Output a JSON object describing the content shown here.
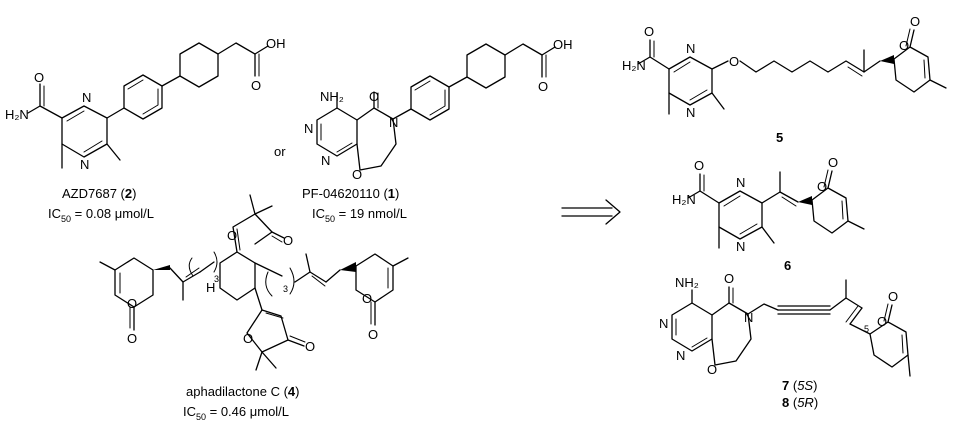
{
  "labels": {
    "or": "or",
    "n": "N",
    "o": "O",
    "oh": "OH",
    "h2n": "H₂N",
    "nh2": "NH₂",
    "h": "H",
    "three": "3",
    "five": "5"
  },
  "compounds": {
    "azd": {
      "name": "AZD7687",
      "number": "2",
      "ic50_label": "IC",
      "ic50_sub": "50",
      "ic50_value": " = 0.08 μmol/L"
    },
    "pf": {
      "name": "PF-04620110",
      "number": "1",
      "ic50_label": "IC",
      "ic50_sub": "50",
      "ic50_value": " = 19 nmol/L"
    },
    "aph": {
      "name": "aphadilactone C",
      "number": "4",
      "ic50_label": "IC",
      "ic50_sub": "50",
      "ic50_value": " = 0.46 μmol/L"
    },
    "c5": {
      "number": "5"
    },
    "c6": {
      "number": "6"
    },
    "c78": {
      "n7": "7",
      "d7": "5S",
      "n8": "8",
      "d8": "5R"
    }
  },
  "arrow": {
    "style": "retrosynthetic-double-arrow"
  }
}
